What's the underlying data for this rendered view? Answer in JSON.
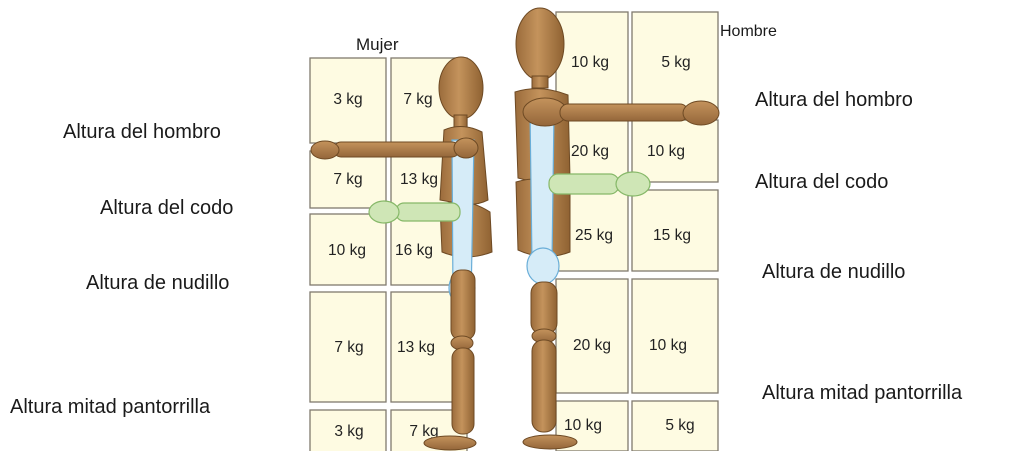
{
  "colors": {
    "cell_fill": "#fefbe2",
    "cell_stroke": "#807a6e",
    "mannequin_wood": "#b4844f",
    "upper_zone": "#d6ecf8",
    "elbow_zone": "#cfe6b6"
  },
  "woman": {
    "title": "Mujer",
    "levels": {
      "shoulder": "Altura del hombro",
      "elbow": "Altura del codo",
      "knuckle": "Altura de nudillo",
      "midcalf": "Altura mitad pantorrilla"
    },
    "cells": [
      [
        "3 kg",
        "7 kg"
      ],
      [
        "7 kg",
        "13 kg"
      ],
      [
        "10 kg",
        "16 kg"
      ],
      [
        "7 kg",
        "13 kg"
      ],
      [
        "3 kg",
        "7 kg"
      ]
    ]
  },
  "man": {
    "title": "Hombre",
    "levels": {
      "shoulder": "Altura del hombro",
      "elbow": "Altura del codo",
      "knuckle": "Altura de nudillo",
      "midcalf": "Altura mitad pantorrilla"
    },
    "cells": [
      [
        "10 kg",
        "5 kg"
      ],
      [
        "20 kg",
        "10 kg"
      ],
      [
        "25 kg",
        "15 kg"
      ],
      [
        "20 kg",
        "10 kg"
      ],
      [
        "10 kg",
        "5 kg"
      ]
    ]
  }
}
